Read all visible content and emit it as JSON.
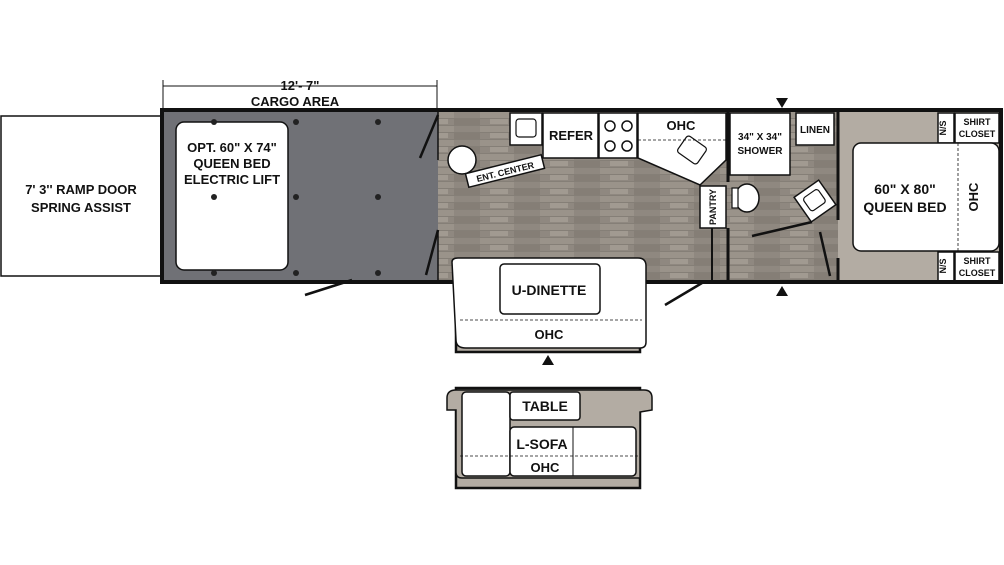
{
  "labels": {
    "cargo_length": "12'- 7\"",
    "cargo_area": "CARGO AREA",
    "ramp_door_line1": "7' 3'' RAMP DOOR",
    "ramp_door_line2": "SPRING ASSIST",
    "opt_bed_line1": "OPT. 60\" X 74\"",
    "opt_bed_line2": "QUEEN BED",
    "opt_bed_line3": "ELECTRIC LIFT",
    "refer": "REFER",
    "ohc_kitchen": "OHC",
    "ent_center": "ENT. CENTER",
    "pantry": "PANTRY",
    "shower_line1": "34\" X 34\"",
    "shower_line2": "SHOWER",
    "linen": "LINEN",
    "ns_top": "N/S",
    "ns_bottom": "N/S",
    "shirt_top_line1": "SHIRT",
    "shirt_top_line2": "CLOSET",
    "shirt_bottom_line1": "SHIRT",
    "shirt_bottom_line2": "CLOSET",
    "bed_line1": "60\" X 80\"",
    "bed_line2": "QUEEN BED",
    "ohc_bed": "OHC",
    "u_dinette": "U-DINETTE",
    "ohc_dinette": "OHC",
    "table": "TABLE",
    "l_sofa": "L-SOFA",
    "ohc_sofa": "OHC"
  },
  "colors": {
    "wall": "#111111",
    "cargo_floor": "#707176",
    "wood_floor": "#8c857d",
    "bedroom_floor": "#b3aca3",
    "furniture": "#ffffff",
    "ramp_door": "#ffffff"
  }
}
